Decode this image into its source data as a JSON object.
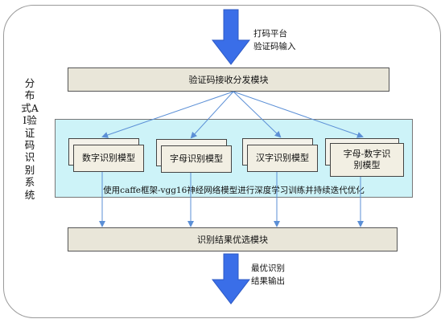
{
  "input_caption": {
    "line1": "打码平台",
    "line2": "验证码输入"
  },
  "side_label": "分布式AI验证码识别系统",
  "receive_module": "验证码接收分发模块",
  "models": [
    {
      "label": "数字识别模型"
    },
    {
      "label": "字母识别模型"
    },
    {
      "label": "汉字识别模型"
    },
    {
      "label": "字母-数字识别模型"
    }
  ],
  "band_text": "使用caffe框架-vgg16神经网络模型进行深度学习训练并持续迭代优化",
  "select_module": "识别结果优选模块",
  "output_caption": {
    "line1": "最优识别",
    "line2": "结果输出"
  },
  "colors": {
    "arrow_blue": "#3a6ee8",
    "connector_blue": "#5b8fd6",
    "band_fill": "#cdf3f8",
    "module_fill": "#e9e6d9"
  }
}
